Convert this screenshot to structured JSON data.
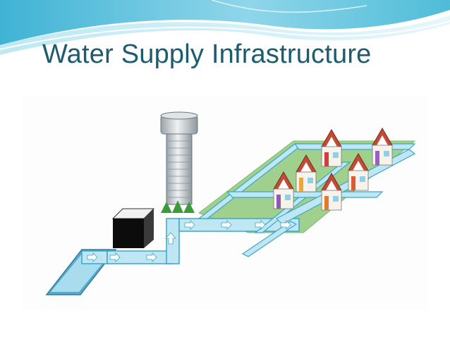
{
  "slide": {
    "title": "Water Supply Infrastructure"
  },
  "diagram": {
    "subject": "water supply network",
    "components": [
      "reservoir",
      "pump-house",
      "water-tower",
      "distribution-mains",
      "houses"
    ],
    "house_count": 6,
    "colors": {
      "title": "#1d5b6e",
      "header_wave": "#5fc3dd",
      "water": "#bfe6f2",
      "pipe_outline": "#3aa8c4",
      "ground": "#9fd08d",
      "tower": "#c8cfd4",
      "pump_house": "#111111",
      "roof": "#c14b35"
    }
  }
}
